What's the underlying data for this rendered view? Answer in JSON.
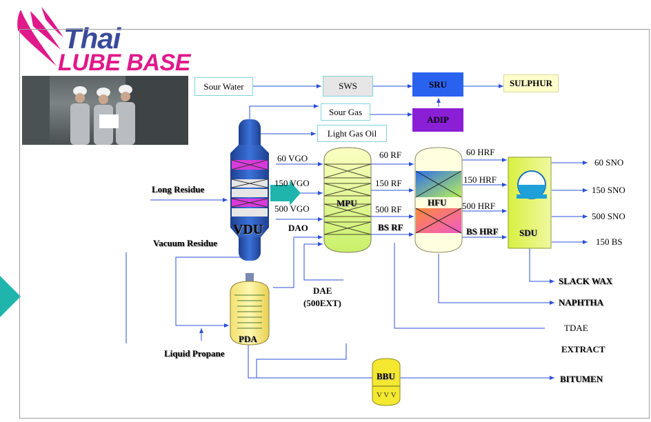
{
  "logo": {
    "line1": "Thai",
    "line2": "LUBE BASE"
  },
  "units": {
    "vdu": "VDU",
    "mpu": "MPU",
    "hfu": "HFU",
    "sdu": "SDU",
    "pda": "PDA",
    "bbu": "BBU"
  },
  "boxes": {
    "sour_water": "Sour Water",
    "sws": "SWS",
    "sru": "SRU",
    "sulphur": "SULPHUR",
    "sour_gas": "Sour Gas",
    "adip": "ADIP",
    "light_gas_oil": "Light Gas Oil"
  },
  "streams": {
    "long_residue": "Long Residue",
    "vacuum_residue": "Vacuum Residue",
    "liquid_propane": "Liquid Propane",
    "vgo_60": "60 VGO",
    "vgo_150": "150 VGO",
    "vgo_500": "500 VGO",
    "dao": "DAO",
    "rf_60": "60 RF",
    "rf_150": "150 RF",
    "rf_500": "500 RF",
    "rf_bs": "BS RF",
    "hrf_60": "60 HRF",
    "hrf_150": "150 HRF",
    "hrf_500": "500 HRF",
    "hrf_bs": "BS HRF",
    "dae": "DAE",
    "dae_sub": "(500EXT)"
  },
  "products": {
    "sno_60": "60 SNO",
    "sno_150": "150 SNO",
    "sno_500": "500 SNO",
    "bs_150": "150 BS",
    "slack_wax": "SLACK WAX",
    "naphtha": "NAPHTHA",
    "tdae": "TDAE",
    "extract": "EXTRACT",
    "bitumen": "BITUMEN"
  },
  "colors": {
    "arrow": "#2b4fd8",
    "teal": "#1fb5ad",
    "logo_blue": "#3a4a9a",
    "logo_pink": "#e0198a"
  }
}
